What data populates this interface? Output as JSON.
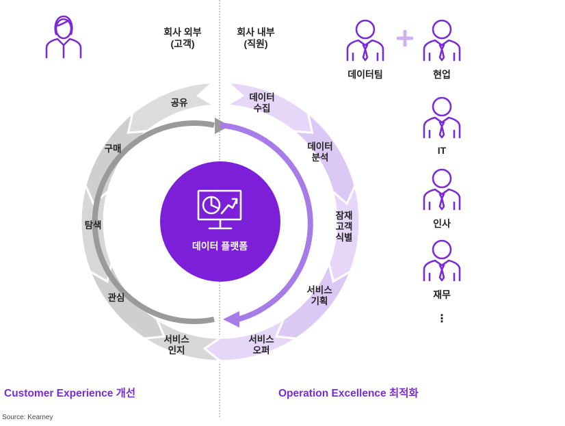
{
  "header": {
    "outside_label": "회사 외부\n(고객)",
    "inside_label": "회사 내부\n(직원)"
  },
  "center": {
    "label": "데이터 플랫폼"
  },
  "left_segments": [
    "공유",
    "구매",
    "탐색",
    "관심",
    "서비스\n인지"
  ],
  "right_segments": [
    "데이터\n수집",
    "데이터\n분석",
    "잠재\n고객\n식별",
    "서비스\n기획",
    "서비스\n오퍼"
  ],
  "teams": {
    "top_left": "데이터팀",
    "top_right": "현업",
    "list": [
      "IT",
      "인사",
      "재무"
    ],
    "more": "⋮"
  },
  "footer": {
    "left_title": "Customer Experience 개선",
    "right_title": "Operation Excellence 최적화",
    "source": "Source: Kearney"
  },
  "colors": {
    "accent": "#7b2bd6",
    "center_circle": "#7c1fd8",
    "gray_segment": "#cfcfcf",
    "gray_arrow": "#9a9a9a",
    "light_purple_segment": "#e3d2f7",
    "purple_arrow": "#a77be8"
  },
  "icons": {
    "customer": "female-user-icon",
    "employee": "male-user-icon",
    "plus": "plus-icon",
    "platform": "monitor-chart-icon"
  }
}
